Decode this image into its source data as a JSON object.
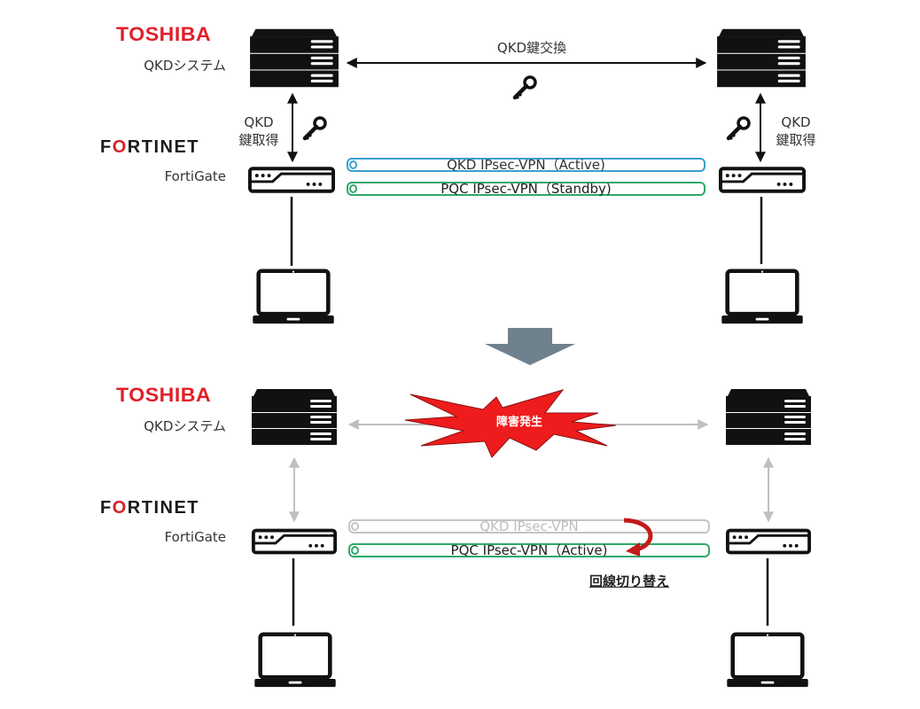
{
  "top": {
    "vendor_qkd": "TOSHIBA",
    "qkd_system_label": "QKDシステム",
    "vendor_fw": "FORTINET",
    "fortigate_label": "FortiGate",
    "key_exchange_label": "QKD鍵交換",
    "key_get_left_line1": "QKD",
    "key_get_left_line2": "鍵取得",
    "key_get_right_line1": "QKD",
    "key_get_right_line2": "鍵取得",
    "tunnel_qkd": "QKD IPsec-VPN（Active)",
    "tunnel_pqc": "PQC IPsec-VPN（Standby)"
  },
  "bottom": {
    "vendor_qkd": "TOSHIBA",
    "qkd_system_label": "QKDシステム",
    "vendor_fw": "FORTINET",
    "fortigate_label": "FortiGate",
    "failure_label": "障害発生",
    "tunnel_qkd": "QKD IPsec-VPN",
    "tunnel_pqc": "PQC IPsec-VPN（Active)",
    "switch_label": "回線切り替え"
  },
  "colors": {
    "toshiba_red": "#e0202a",
    "qkd_tunnel_blue": "#3aa0cf",
    "pqc_tunnel_green": "#2fa86a",
    "failure_red": "#ee1c1c",
    "transition_arrow": "#6f818d",
    "inactive_gray": "#c4c4c4"
  }
}
